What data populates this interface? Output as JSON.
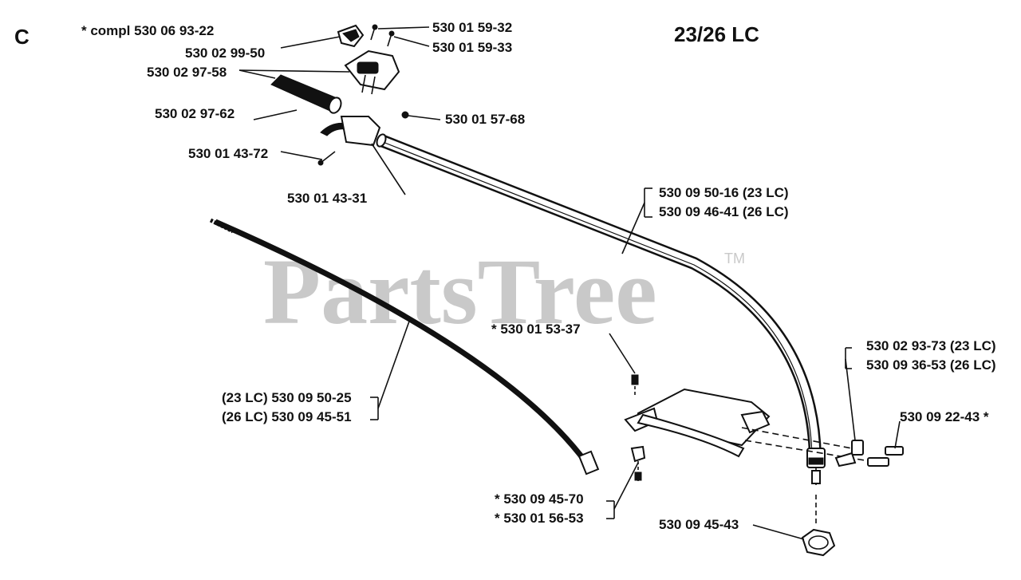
{
  "section_letter": "C",
  "model": "23/26 LC",
  "watermark": {
    "text": "PartsTree",
    "trademark": "TM"
  },
  "labels": {
    "compl": "* compl 530 06 93-22",
    "p1": "530 02 99-50",
    "p2": "530 02 97-58",
    "p3": "530 01 59-32",
    "p4": "530 01 59-33",
    "p5": "530 02 97-62",
    "p6": "530 01 57-68",
    "p7": "530 01 43-72",
    "p8": "530 01 43-31",
    "p9a": "530 09 50-16 (23 LC)",
    "p9b": "530 09 46-41 (26 LC)",
    "p10": "* 530 01 53-37",
    "p11a": "(23 LC) 530 09 50-25",
    "p11b": "(26 LC) 530 09 45-51",
    "p12a": "530 02 93-73 (23 LC)",
    "p12b": "530 09 36-53 (26 LC)",
    "p13": "530 09 22-43  *",
    "p14": "*  530 09 45-70",
    "p15": "*  530 01 56-53",
    "p16": "530 09 45-43"
  }
}
